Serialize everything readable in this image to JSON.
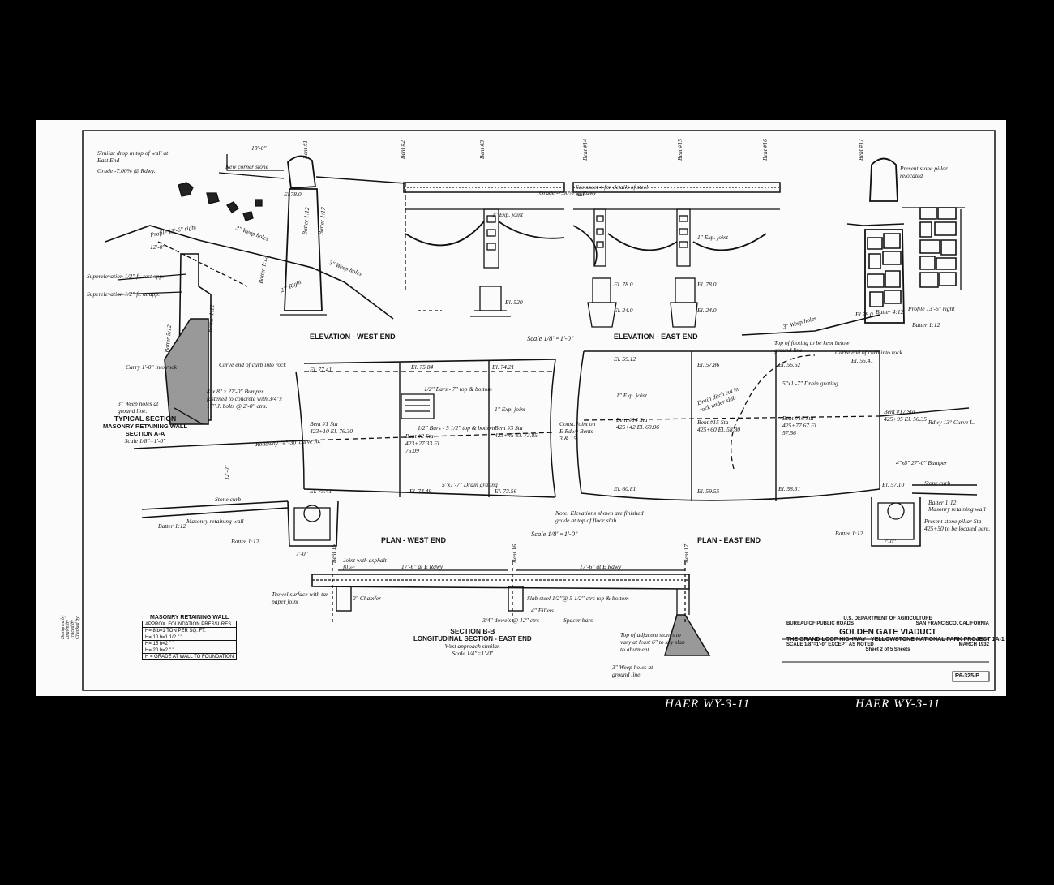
{
  "views": {
    "elevation_west": "ELEVATION - WEST END",
    "elevation_east": "ELEVATION - EAST END",
    "plan_west": "PLAN - WEST END",
    "plan_east": "PLAN - EAST END",
    "typical_section": [
      "TYPICAL SECTION",
      "MASONRY RETAINING WALL",
      "SECTION A-A"
    ],
    "section_bb": [
      "SECTION B-B",
      "LONGITUDINAL SECTION - EAST END"
    ]
  },
  "scales": {
    "elevation": "Scale 1/8\"=1'-0\"",
    "plan": "Scale 1/8\"=1'-0\"",
    "typical_section": "Scale 1/8\"=1'-0\"",
    "section_bb": "Scale 1/4\"=1'-0\""
  },
  "elevation_notes": {
    "similar_drop": "Similar drop in top of wall at East End",
    "dim_top": "18'-0\"",
    "new_corner": "New corner stone",
    "grade": "Grade -7.00% @ Rdwy.",
    "profile_left": "Profile 13'-6\" right",
    "weep_left": "3\" Weep holes",
    "weep_left2": "3\" Weep holes",
    "right_21": "21' Right",
    "batter_112": "Batter 1:12",
    "batter_112b": "Batter 1:12",
    "batter_117": "Batter 1:17",
    "bent2": "Bent #2",
    "bent3": "Bent #3",
    "bent14": "Bent #14",
    "bent15": "Bent #15",
    "bent16": "Bent #16",
    "bent17": "Bent #17",
    "el_520": "El. 520",
    "el_w_top": "El.78.0",
    "grade_w": "Grade -7.00% @ Rdwy",
    "exp_w": "1\" Exp. joint",
    "see_sheet": "See sheet 4 for details of steel rail",
    "exp_e": "1\" Exp. joint",
    "el_780a": "El. 78.0",
    "el_780b": "El. 78.0",
    "el_240a": "El. 24.0",
    "el_240b": "El. 24.0",
    "present_pillar": "Present stone pillar relocated",
    "profile_right": "Profile 13'-6\" right",
    "batter_412": "Batter 4:12",
    "batter_112r": "Batter 1:12",
    "weep_right": "3\" Weep holes",
    "footing_note": "Top of footing to be kept below ground line.",
    "el_780c": "El.78.0"
  },
  "plan_notes": {
    "curve_w": "Curve end of curb into rock",
    "curve_e": "Curve end of curb into rock.",
    "el_7741": "El. 77.41",
    "el_7584": "El. 75.84",
    "el_7421": "El. 74.21",
    "el_5912": "El. 59.12",
    "el_5786": "El. 57.86",
    "el_5662": "El. 56.62",
    "el_5541": "El. 55.41",
    "bumper_w": "4\"x 8\" x 27'-0\" Bumper fastened to concrete with 3/4\"x 17\" J. bolts @ 2'-0\" ctrs.",
    "bars_top": "1/2\" Bars - 7\" top & bottom",
    "bars_side": "1/2\" Bars - 5 1/2\" top & bottom",
    "exp_plan_w": "1\" Exp. joint",
    "exp_plan_e": "1\" Exp. joint",
    "bent1": "Bent #1 Sta 423+10 El. 76.30",
    "bent2p": "Bent #2 Sta 423+27.33 El. 75.09",
    "bent3p": "Bent #3 Sta 423+45 El. 73.85",
    "const_joint": "Const. joint on E Rdwy Bents 3 & 15",
    "drain_ditch": "Drain ditch cut in rock under slab",
    "drain_grating_e": "5\"x1'-7\" Drain grating",
    "bent14p": "Bent #14 Sta 425+42 El. 60.06",
    "bent15p": "Bent #15 Sta 425+60 El. 58.80",
    "bent16p": "Bent #16 Sta 425+77.67 El. 57.56",
    "bent17p": "Bent #17 Sta 425+95 El. 56.35",
    "curve_l": "Rdwy 13° Curve L.",
    "roadway": "Roadway 14°-30' curve Rt.",
    "drain_grating_w": "5\"x1'-7\" Drain grating",
    "el_7541": "El. 75.41",
    "el_7449": "El. 74.49",
    "el_7356": "El. 73.56",
    "el_6081": "El. 60.81",
    "el_5955": "El. 59.55",
    "el_5831": "El. 58.31",
    "el_5710": "El. 57.10",
    "bumper_e": "4\"x8\" 27'-0\" Bumper",
    "stone_curb_w": "Stone curb",
    "stone_curb_e": "Stone curb",
    "mrw_w": "Masonry retaining wall",
    "mrw_e": "Masonry retaining wall",
    "batter_w": "Batter 1:12",
    "batter_w2": "Batter 1:12",
    "batter_e": "Batter 1:12",
    "batter_e2": "Batter 1:12",
    "note_elev": "Note: Elevations shown are finished grade at top of floor slab.",
    "present_pillar_e": "Present stone pillar Sta 425+50 to be located here.",
    "dim_7w": "7'-0\"",
    "dim_7e": "7'-0\"",
    "dim_12": "12'-0\""
  },
  "section_notes": {
    "dim_12": "12'-0\"",
    "super1": "Superelevation 1/2\" ft. rest opp.",
    "super2": "Superelevation 1/2\" ft. at app.",
    "carry": "Carry 1'-0\" into rock",
    "weep": "3\" Weep holes at ground line.",
    "batter": "Batter 5:12",
    "batter2": "Batter 1:12"
  },
  "section_bb_notes": {
    "bent15": "Bent 15",
    "bent16": "Bent 16",
    "bent17": "Bent 17",
    "joint": "Joint with asphalt filler",
    "span1": "17'-6\" at E Rdwy",
    "span2": "17'-6\" at E Rdwy",
    "slab_steel": "Slab steel 1/2\"@ 5 1/2\" ctrs top & bottom",
    "trowel": "Trowel surface with tar paper joint",
    "chamfer": "2\" Chamfer",
    "fillets": "4\" Fillets",
    "spacer": "Spacer bars",
    "dowels": "3/4\" dowels @ 12\" ctrs",
    "top_adjacent": "Top of adjacent stones to vary at least 6\" to key slab to abutment",
    "west_approach": "West approach similar.",
    "weep": "3\" Weep holes at ground line."
  },
  "table": {
    "title": "MASONRY RETAINING WALL",
    "header": "APPROX. FOUNDATION PRESSURES",
    "rows": [
      "H= 8    b=1 TON PER SQ. FT.",
      "H= 10   b=1 1/2  \"  \"",
      "H= 15   b=2  \"  \"",
      "H= 20   b=2  \"  \"",
      "H = GRADE AT WALL TO FOUNDATION"
    ]
  },
  "side_notes": [
    "Designed by",
    "Drawn by",
    "Traced by",
    "Checked by"
  ],
  "title_block": {
    "dept": "U.S. DEPARTMENT OF AGRICULTURE",
    "bureau": "BUREAU OF PUBLIC ROADS",
    "city": "SAN FRANCISCO, CALIFORNIA",
    "title": "GOLDEN GATE VIADUCT",
    "project": "THE GRAND LOOP HIGHWAY - YELLOWSTONE NATIONAL PARK PROJECT 1A-1",
    "scale": "SCALE 1/8\"=1'-0\" EXCEPT AS NOTED",
    "date": "MARCH 1932",
    "sheet": "Sheet 2 of 5 Sheets",
    "number": "R6-325-B"
  },
  "haer_left": "HAER WY-3-11",
  "haer_right": "HAER WY-3-11"
}
